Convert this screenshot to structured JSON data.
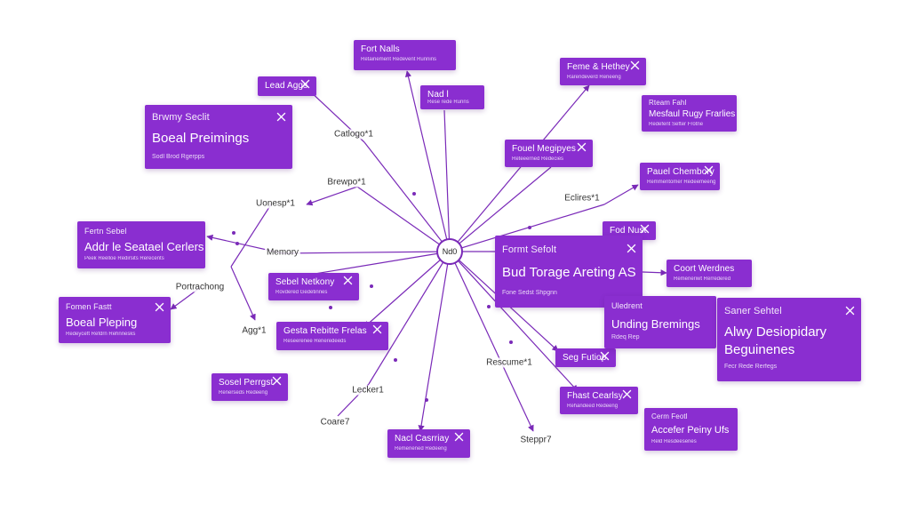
{
  "colors": {
    "accent": "#8a2ed0",
    "edge": "#7a2ab8"
  },
  "hub": {
    "label": "Nd0"
  },
  "labels": {
    "catlogue": "Catlogo*1",
    "brewpo": "Brewpo*1",
    "uonesp": "Uonesp*1",
    "memory": "Memory",
    "portrachong": "Portrachong",
    "ago": "Agg*1",
    "lecker": "Lecker1",
    "coare": "Coare7",
    "rescume": "Rescume*1",
    "steppr": "Steppr7",
    "eclires": "Eclires*1"
  },
  "cards": {
    "fort_nalls": {
      "header": "Fort Nalls",
      "sub": "Retainement Redevent Runnins"
    },
    "lead_aggs": {
      "header": "Lead Aggs"
    },
    "nad_l": {
      "header": "Nad l",
      "sub": "Rese rede Runns"
    },
    "boeal_preimings": {
      "header": "Brwmy Seclit",
      "title": "Boeal Preimings",
      "sub": "Sodl Brod Rgerpps"
    },
    "feme_hethey": {
      "header": "Feme & Hethey",
      "sub": "Rarendeverd Reneeng"
    },
    "mesfaul": {
      "header": "Rteam Fahl",
      "title": "Mesfaul Rugy Frarlies",
      "sub": "Redefent Sefter Frotne"
    },
    "fouel_megpyes": {
      "header": "Fouel Megipyes",
      "sub": "Reteeerned Redecies"
    },
    "pauel_chembory": {
      "header": "Pauel Chembory",
      "sub": "Remmentomer Redeemeeng"
    },
    "addr_centers": {
      "header": "Fertn Sebel",
      "title": "Addr le Seatael Cerlers",
      "sub": "Peek Reelloe Redirsits Rerecents"
    },
    "fod_nust": {
      "header": "Fod Nust"
    },
    "bud_torage": {
      "header": "Formt Sefolt",
      "title": "Bud Torage Areting AS",
      "sub": "Fone Sedst Shpgnn"
    },
    "coort_wertnes": {
      "header": "Coort Werdnes",
      "sub": "Remeneriwt Rerredered"
    },
    "sebel_netkony": {
      "header": "Sebel Netkony",
      "sub": "Rovdered Gedetinnes"
    },
    "boeal_pleping": {
      "header": "Fomen Fastt",
      "title": "Boeal Pleping",
      "sub": "Redeyceft Refdrn Rehnnesks"
    },
    "unding": {
      "header": "Uledrent",
      "title": "Unding Bremings",
      "sub": "Rdeq Rep"
    },
    "alwy": {
      "header": "Saner Sehtel",
      "title": "Alwy Desiopidary Beguinenes",
      "sub": "Fecr Rede Rerfegs"
    },
    "gesta": {
      "header": "Gesta Rebitte Frelas",
      "sub": "Reseerenee Reneredeeds"
    },
    "seg_futtiop": {
      "header": "Seg Futiop"
    },
    "sosel_perrgst": {
      "header": "Sosel Perrgst",
      "sub": "Renerseds Redeeng"
    },
    "fhast_cearlsy": {
      "header": "Fhast Cearlsy",
      "sub": "Rehandeed Redeeng"
    },
    "accefer": {
      "header": "Cerm Feotl",
      "title": "Accefer Peiny Ufs",
      "sub": "Reld Resdeesenes"
    },
    "nacl_casrriay": {
      "header": "Nacl Casrriay",
      "sub": "Remenened Redeeng"
    }
  }
}
